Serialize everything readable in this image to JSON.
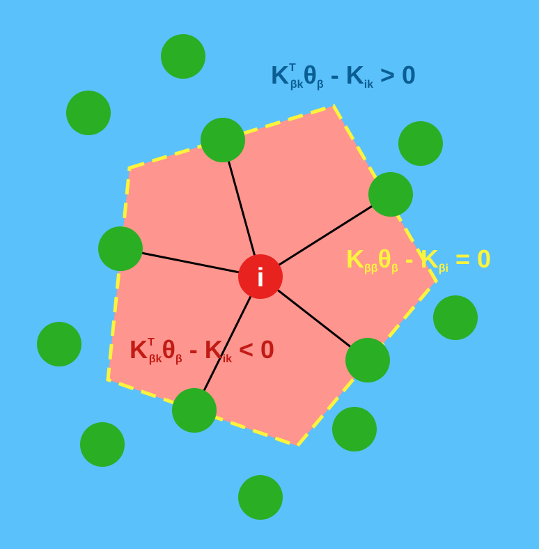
{
  "colors": {
    "background": "#5bc1fa",
    "region_fill": "#fe958e",
    "region_border": "#fbf33d",
    "neighbor_node": "#2aae24",
    "center_node": "#e8221f",
    "center_text": "#ffffff",
    "edge": "#000000",
    "outside_label": "#0a5e93",
    "boundary_label": "#fbf33d",
    "inside_label": "#c21b15"
  },
  "center_node": {
    "label": "i"
  },
  "labels": {
    "outside": {
      "k": "K",
      "k_sup": "T",
      "k_sub": "βk",
      "theta": "θ",
      "theta_sub": "β",
      "minus": " - ",
      "k2": "K",
      "k2_sub": "ik",
      "rest": " > 0"
    },
    "boundary": {
      "k": "K",
      "k_sub": "ββ",
      "theta": "θ",
      "theta_sub": "β",
      "minus": " - ",
      "k2": "K",
      "k2_sub": "βi",
      "rest": " = 0"
    },
    "inside": {
      "k": "K",
      "k_sup": "T",
      "k_sub": "βk",
      "theta": "θ",
      "theta_sub": "β",
      "minus": " - ",
      "k2": "K",
      "k2_sub": "ik",
      "rest": " < 0"
    }
  }
}
